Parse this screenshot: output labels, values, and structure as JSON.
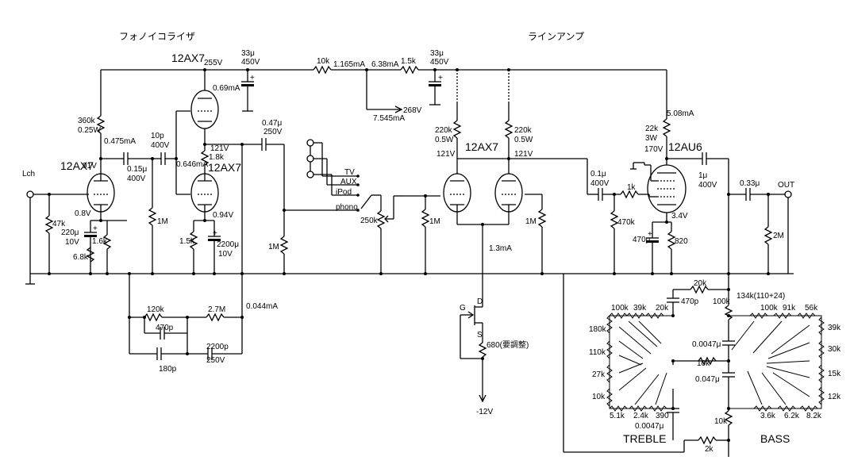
{
  "titles": {
    "phono": "フォノイコライザ",
    "line": "ラインアンプ"
  },
  "selector": {
    "options": [
      "TV",
      "AUX",
      "iPod",
      "phono"
    ]
  },
  "tone": {
    "treble": "TREBLE",
    "bass": "BASS"
  },
  "labels": {
    "lch": "Lch",
    "out": "OUT",
    "tube12ax7": "12AX7",
    "tube12au6": "12AU6",
    "plus": "+",
    "r10k": "10k",
    "r1_5k": "1.5k",
    "i1165": "1.165mA",
    "i638": "6.38mA",
    "v268": "268V",
    "i7545": "7.545mA",
    "c33u": "33μ",
    "v450": "450V",
    "v255": "255V",
    "i069": "0.69mA",
    "r360k": "360k",
    "w025": "0.25W",
    "i0475": "0.475mA",
    "v91": "91V",
    "r47k": "47k",
    "v08": "0.8V",
    "c220u": "220μ",
    "v10": "10V",
    "r1_6k": "1.6k",
    "r6_8k": "6.8k",
    "c015u": "0.15μ",
    "v400": "400V",
    "c10p": "10p",
    "r1m": "1M",
    "v121": "121V",
    "r1_8k": "1.8k",
    "i0646": "0.646mA",
    "v094": "0.94V",
    "c2200u": "2200μ",
    "c047u": "0.47μ",
    "v250": "250V",
    "r120k": "120k",
    "r2_7m": "2.7M",
    "i0044": "0.044mA",
    "c470p": "470p",
    "c180p": "180p",
    "c2200p": "2200p",
    "pot250k": "250k",
    "r220k": "220k",
    "w05": "0.5W",
    "i13": "1.3mA",
    "g": "G",
    "d": "D",
    "s": "S",
    "r680": "680(要調整)",
    "vneg12": "-12V",
    "c01u": "0.1μ",
    "r1k": "1k",
    "r470k": "470k",
    "i508": "5.08mA",
    "r22k": "22k",
    "w3": "3W",
    "v170": "170V",
    "v34": "3.4V",
    "c470u": "470μ",
    "r820": "820",
    "c1u": "1μ",
    "c033u": "0.33μ",
    "r2m": "2M",
    "r20k": "20k",
    "r100k": "100k",
    "r134k": "134k(110+24)",
    "c00047u": "0.0047μ",
    "c0047u": "0.047μ",
    "r2k": "2k",
    "r39k": "39k",
    "r180k": "180k",
    "r110k": "110k",
    "r27k": "27k",
    "r5_1k": "5.1k",
    "r2_4k": "2.4k",
    "r390": "390",
    "r91k": "91k",
    "r56k": "56k",
    "r30k": "30k",
    "r15k": "15k",
    "r12k": "12k",
    "r3_6k": "3.6k",
    "r6_2k": "6.2k",
    "r8_2k": "8.2k"
  }
}
